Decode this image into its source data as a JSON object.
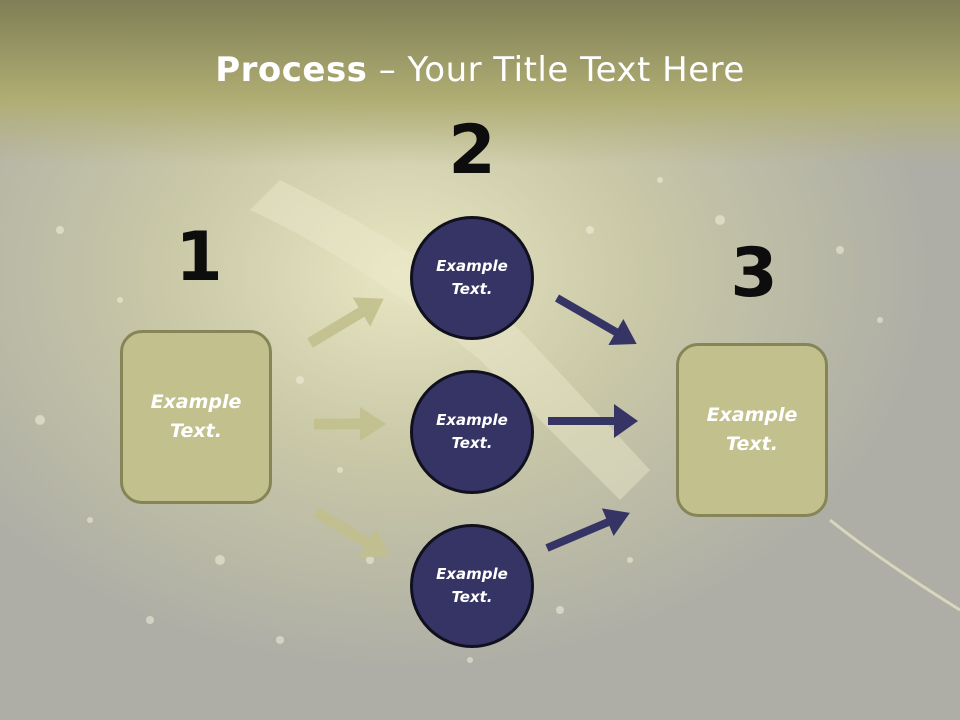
{
  "title": {
    "bold": "Process",
    "rest": " – Your Title Text Here"
  },
  "steps": [
    {
      "number": "1",
      "box_text": "Example Text."
    },
    {
      "number": "2",
      "circles": [
        "Example Text.",
        "Example Text.",
        "Example Text."
      ]
    },
    {
      "number": "3",
      "box_text": "Example Text."
    }
  ],
  "colors": {
    "header": "#b0ad73",
    "box_fill": "#c2c08d",
    "box_border": "#868558",
    "circle_fill": "#363464",
    "arrow_left": "#c2c08d",
    "arrow_right": "#363464"
  }
}
